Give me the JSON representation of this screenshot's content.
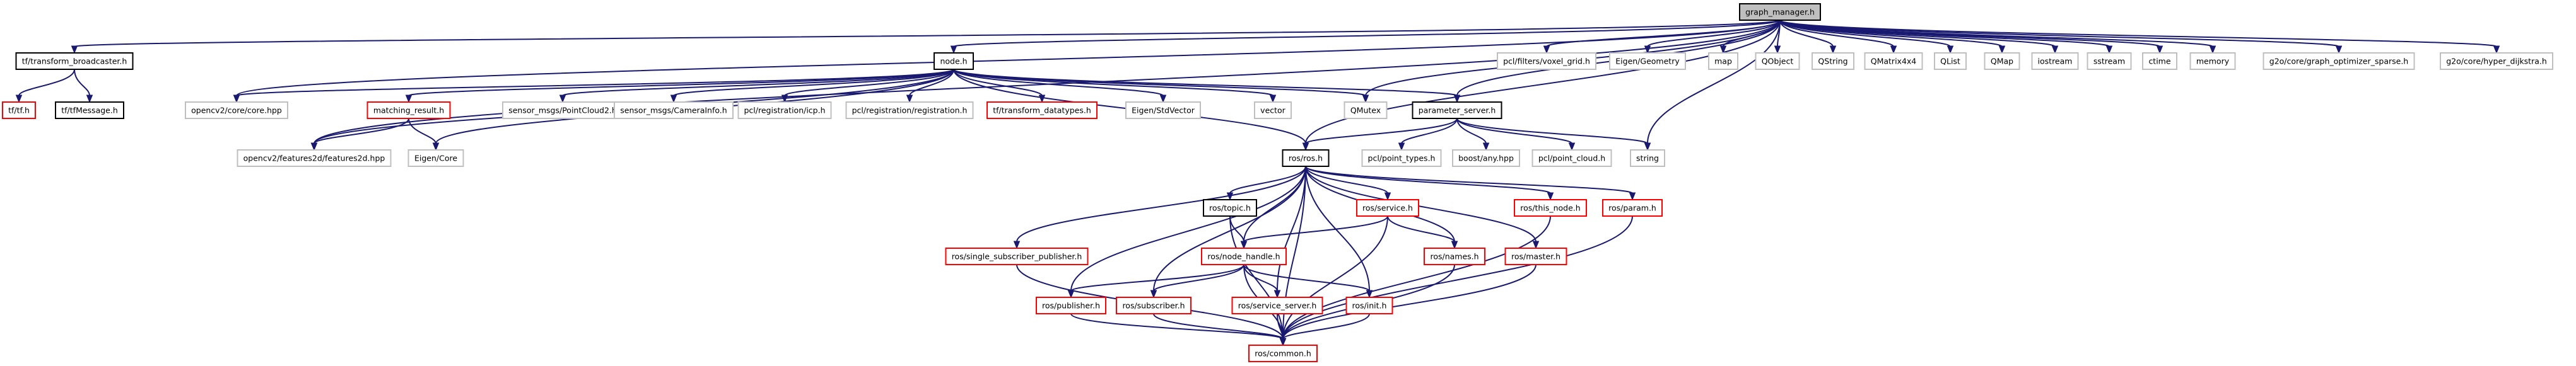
{
  "diagram": {
    "colors": {
      "edge": "#191970",
      "border_default": "#000000",
      "border_missing": "#bfbfbf",
      "border_incomplete": "#ff0000",
      "root_fill": "#bfbfbf",
      "fill": "#ffffff"
    },
    "nodes": [
      {
        "id": "graph_manager",
        "label": "graph_manager.h",
        "style": "root"
      },
      {
        "id": "tf_broadcaster",
        "label": "tf/transform_broadcaster.h",
        "style": "default"
      },
      {
        "id": "opencv_core",
        "label": "opencv2/core/core.hpp",
        "style": "missing"
      },
      {
        "id": "opencv_features2d",
        "label": "opencv2/features2d/features2d.hpp",
        "style": "missing"
      },
      {
        "id": "node_h",
        "label": "node.h",
        "style": "default"
      },
      {
        "id": "qmutex",
        "label": "QMutex",
        "style": "missing"
      },
      {
        "id": "parameter_server",
        "label": "parameter_server.h",
        "style": "default"
      },
      {
        "id": "pcl_voxel",
        "label": "pcl/filters/voxel_grid.h",
        "style": "missing"
      },
      {
        "id": "eigen_geometry",
        "label": "Eigen/Geometry",
        "style": "missing"
      },
      {
        "id": "map",
        "label": "map",
        "style": "missing"
      },
      {
        "id": "qobject",
        "label": "QObject",
        "style": "missing"
      },
      {
        "id": "qstring",
        "label": "QString",
        "style": "missing"
      },
      {
        "id": "qmatrix4x4",
        "label": "QMatrix4x4",
        "style": "missing"
      },
      {
        "id": "qlist",
        "label": "QList",
        "style": "missing"
      },
      {
        "id": "qmap",
        "label": "QMap",
        "style": "missing"
      },
      {
        "id": "iostream",
        "label": "iostream",
        "style": "missing"
      },
      {
        "id": "sstream",
        "label": "sstream",
        "style": "missing"
      },
      {
        "id": "ctime",
        "label": "ctime",
        "style": "missing"
      },
      {
        "id": "memory",
        "label": "memory",
        "style": "missing"
      },
      {
        "id": "g2o_sparse",
        "label": "g2o/core/graph_optimizer_sparse.h",
        "style": "missing"
      },
      {
        "id": "g2o_dijkstra",
        "label": "g2o/core/hyper_dijkstra.h",
        "style": "missing"
      },
      {
        "id": "tf_tf",
        "label": "tf/tf.h",
        "style": "incomplete"
      },
      {
        "id": "tf_message",
        "label": "tf/tfMessage.h",
        "style": "default"
      },
      {
        "id": "matching_result",
        "label": "matching_result.h",
        "style": "incomplete"
      },
      {
        "id": "eigen_core",
        "label": "Eigen/Core",
        "style": "missing"
      },
      {
        "id": "pointcloud2",
        "label": "sensor_msgs/PointCloud2.h",
        "style": "missing"
      },
      {
        "id": "camerainfo",
        "label": "sensor_msgs/CameraInfo.h",
        "style": "missing"
      },
      {
        "id": "pcl_icp",
        "label": "pcl/registration/icp.h",
        "style": "missing"
      },
      {
        "id": "pcl_registration",
        "label": "pcl/registration/registration.h",
        "style": "missing"
      },
      {
        "id": "tf_datatypes",
        "label": "tf/transform_datatypes.h",
        "style": "incomplete"
      },
      {
        "id": "eigen_stdvector",
        "label": "Eigen/StdVector",
        "style": "missing"
      },
      {
        "id": "vector",
        "label": "vector",
        "style": "missing"
      },
      {
        "id": "ros_ros",
        "label": "ros/ros.h",
        "style": "default"
      },
      {
        "id": "pcl_point_types",
        "label": "pcl/point_types.h",
        "style": "missing"
      },
      {
        "id": "boost_any",
        "label": "boost/any.hpp",
        "style": "missing"
      },
      {
        "id": "pcl_point_cloud",
        "label": "pcl/point_cloud.h",
        "style": "missing"
      },
      {
        "id": "string",
        "label": "string",
        "style": "missing"
      },
      {
        "id": "ros_topic",
        "label": "ros/topic.h",
        "style": "default"
      },
      {
        "id": "ros_service",
        "label": "ros/service.h",
        "style": "incomplete"
      },
      {
        "id": "ros_this_node",
        "label": "ros/this_node.h",
        "style": "incomplete"
      },
      {
        "id": "ros_param",
        "label": "ros/param.h",
        "style": "incomplete"
      },
      {
        "id": "ros_single_sub",
        "label": "ros/single_subscriber_publisher.h",
        "style": "incomplete"
      },
      {
        "id": "ros_node_handle",
        "label": "ros/node_handle.h",
        "style": "incomplete"
      },
      {
        "id": "ros_names",
        "label": "ros/names.h",
        "style": "incomplete"
      },
      {
        "id": "ros_master",
        "label": "ros/master.h",
        "style": "incomplete"
      },
      {
        "id": "ros_publisher",
        "label": "ros/publisher.h",
        "style": "incomplete"
      },
      {
        "id": "ros_subscriber",
        "label": "ros/subscriber.h",
        "style": "incomplete"
      },
      {
        "id": "ros_service_server",
        "label": "ros/service_server.h",
        "style": "incomplete"
      },
      {
        "id": "ros_init",
        "label": "ros/init.h",
        "style": "incomplete"
      },
      {
        "id": "ros_common",
        "label": "ros/common.h",
        "style": "incomplete"
      }
    ],
    "edges": [
      [
        "graph_manager",
        "tf_broadcaster"
      ],
      [
        "graph_manager",
        "opencv_core"
      ],
      [
        "graph_manager",
        "opencv_features2d"
      ],
      [
        "graph_manager",
        "node_h"
      ],
      [
        "graph_manager",
        "qmutex"
      ],
      [
        "graph_manager",
        "parameter_server"
      ],
      [
        "graph_manager",
        "ros_ros"
      ],
      [
        "graph_manager",
        "string"
      ],
      [
        "graph_manager",
        "pcl_voxel"
      ],
      [
        "graph_manager",
        "eigen_geometry"
      ],
      [
        "graph_manager",
        "map"
      ],
      [
        "graph_manager",
        "qobject"
      ],
      [
        "graph_manager",
        "qstring"
      ],
      [
        "graph_manager",
        "qmatrix4x4"
      ],
      [
        "graph_manager",
        "qlist"
      ],
      [
        "graph_manager",
        "qmap"
      ],
      [
        "graph_manager",
        "iostream"
      ],
      [
        "graph_manager",
        "sstream"
      ],
      [
        "graph_manager",
        "ctime"
      ],
      [
        "graph_manager",
        "memory"
      ],
      [
        "graph_manager",
        "g2o_sparse"
      ],
      [
        "graph_manager",
        "g2o_dijkstra"
      ],
      [
        "tf_broadcaster",
        "tf_tf"
      ],
      [
        "tf_broadcaster",
        "tf_message"
      ],
      [
        "node_h",
        "opencv_core"
      ],
      [
        "node_h",
        "opencv_features2d"
      ],
      [
        "node_h",
        "matching_result"
      ],
      [
        "node_h",
        "eigen_core"
      ],
      [
        "node_h",
        "pointcloud2"
      ],
      [
        "node_h",
        "camerainfo"
      ],
      [
        "node_h",
        "pcl_icp"
      ],
      [
        "node_h",
        "pcl_registration"
      ],
      [
        "node_h",
        "tf_datatypes"
      ],
      [
        "node_h",
        "eigen_stdvector"
      ],
      [
        "node_h",
        "vector"
      ],
      [
        "node_h",
        "qmutex"
      ],
      [
        "node_h",
        "parameter_server"
      ],
      [
        "node_h",
        "ros_ros"
      ],
      [
        "matching_result",
        "opencv_features2d"
      ],
      [
        "matching_result",
        "eigen_core"
      ],
      [
        "parameter_server",
        "ros_ros"
      ],
      [
        "parameter_server",
        "pcl_point_types"
      ],
      [
        "parameter_server",
        "boost_any"
      ],
      [
        "parameter_server",
        "pcl_point_cloud"
      ],
      [
        "parameter_server",
        "string"
      ],
      [
        "ros_ros",
        "ros_topic"
      ],
      [
        "ros_ros",
        "ros_service"
      ],
      [
        "ros_ros",
        "ros_this_node"
      ],
      [
        "ros_ros",
        "ros_param"
      ],
      [
        "ros_ros",
        "ros_single_sub"
      ],
      [
        "ros_ros",
        "ros_node_handle"
      ],
      [
        "ros_ros",
        "ros_names"
      ],
      [
        "ros_ros",
        "ros_master"
      ],
      [
        "ros_ros",
        "ros_publisher"
      ],
      [
        "ros_ros",
        "ros_subscriber"
      ],
      [
        "ros_ros",
        "ros_service_server"
      ],
      [
        "ros_ros",
        "ros_init"
      ],
      [
        "ros_ros",
        "ros_common"
      ],
      [
        "ros_topic",
        "ros_node_handle"
      ],
      [
        "ros_topic",
        "ros_common"
      ],
      [
        "ros_service",
        "ros_node_handle"
      ],
      [
        "ros_service",
        "ros_names"
      ],
      [
        "ros_service",
        "ros_common"
      ],
      [
        "ros_this_node",
        "ros_common"
      ],
      [
        "ros_param",
        "ros_common"
      ],
      [
        "ros_single_sub",
        "ros_common"
      ],
      [
        "ros_node_handle",
        "ros_publisher"
      ],
      [
        "ros_node_handle",
        "ros_subscriber"
      ],
      [
        "ros_node_handle",
        "ros_service_server"
      ],
      [
        "ros_node_handle",
        "ros_init"
      ],
      [
        "ros_node_handle",
        "ros_common"
      ],
      [
        "ros_names",
        "ros_common"
      ],
      [
        "ros_master",
        "ros_common"
      ],
      [
        "ros_publisher",
        "ros_common"
      ],
      [
        "ros_subscriber",
        "ros_common"
      ],
      [
        "ros_service_server",
        "ros_common"
      ],
      [
        "ros_init",
        "ros_common"
      ]
    ]
  }
}
